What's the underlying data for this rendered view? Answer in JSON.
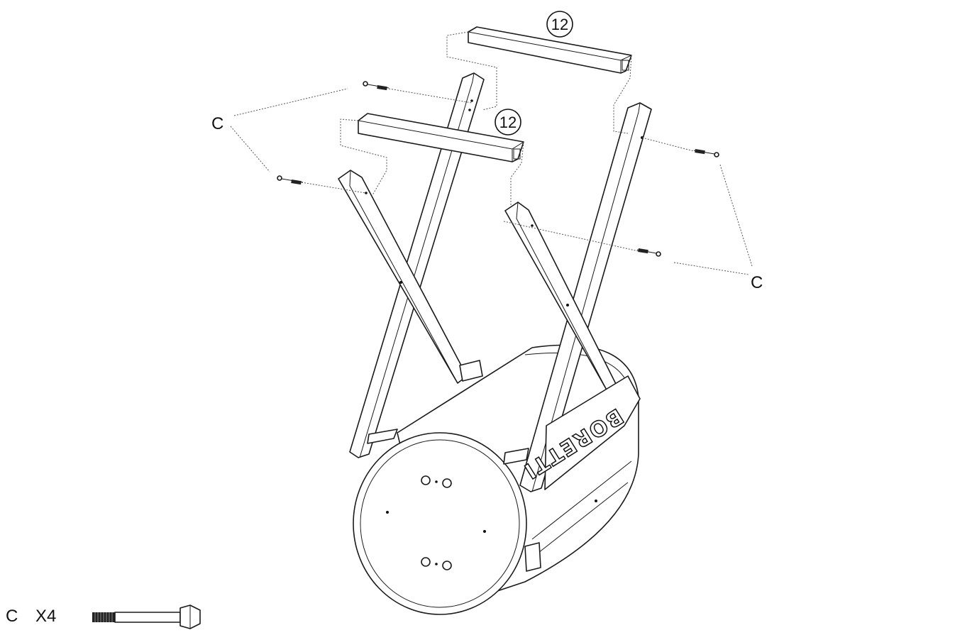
{
  "callouts": {
    "upper_bar": "12",
    "lower_bar": "12"
  },
  "part_labels": {
    "left": "C",
    "right": "C"
  },
  "legend": {
    "part": "C",
    "quantity": "X4",
    "item_icon": "bolt-icon"
  },
  "logo_text": "BORETTI",
  "colors": {
    "line": "#1a1a1a",
    "background": "#ffffff"
  }
}
